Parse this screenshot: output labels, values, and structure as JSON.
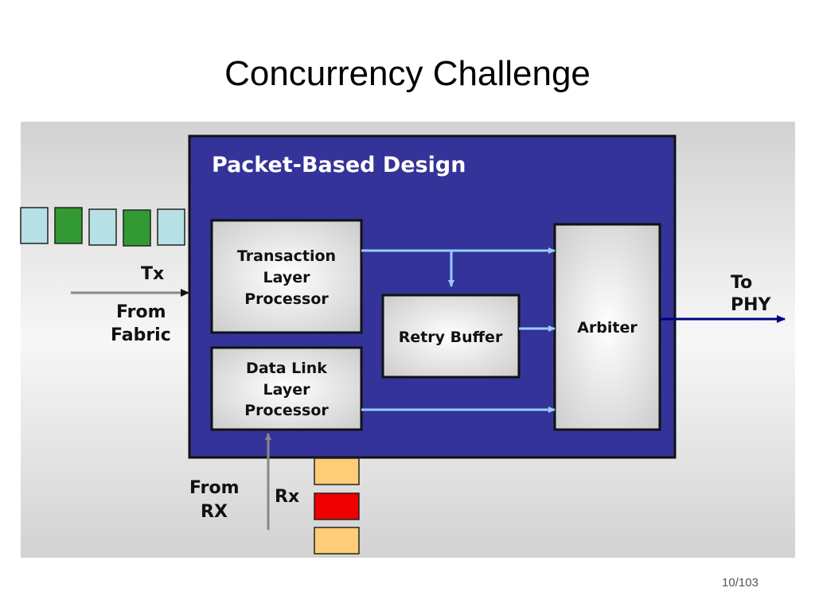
{
  "slide": {
    "title": "Concurrency Challenge",
    "page_number": "10/103"
  },
  "diagram": {
    "panel_title": "Packet-Based Design",
    "tlp": [
      "Transaction",
      "Layer",
      "Processor"
    ],
    "dllp": [
      "Data Link",
      "Layer",
      "Processor"
    ],
    "retry_buffer": "Retry Buffer",
    "arbiter": "Arbiter",
    "tx_label": "Tx",
    "from_fabric": [
      "From",
      "Fabric"
    ],
    "to_phy": [
      "To",
      "PHY"
    ],
    "from_rx": [
      "From",
      "RX"
    ],
    "rx_label": "Rx"
  },
  "colors": {
    "panel_fill": "#333399",
    "arrow_light_blue": "#99ccff",
    "phy_arrow": "#000080",
    "packet_light_blue": "#b7e0e6",
    "packet_green": "#339933",
    "packet_orange": "#ffcc77",
    "packet_red": "#ee0000"
  }
}
